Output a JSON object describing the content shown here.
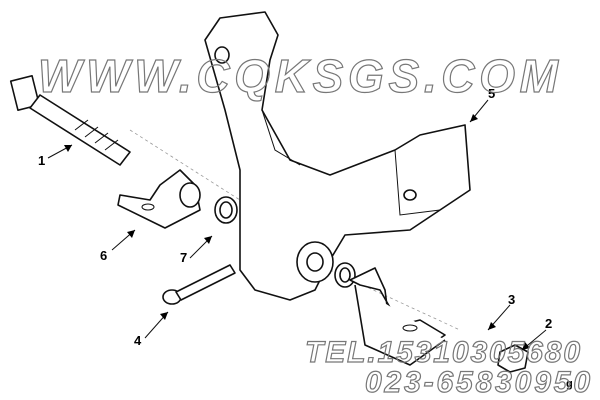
{
  "diagram": {
    "callouts": [
      "1",
      "2",
      "3",
      "4",
      "5",
      "6",
      "7"
    ],
    "watermark_url": "WWW.CQKSGS.COM",
    "watermark_tel": "TEL.15310305680",
    "watermark_phone": "023-65830950",
    "figure_code_fragment": "g"
  }
}
